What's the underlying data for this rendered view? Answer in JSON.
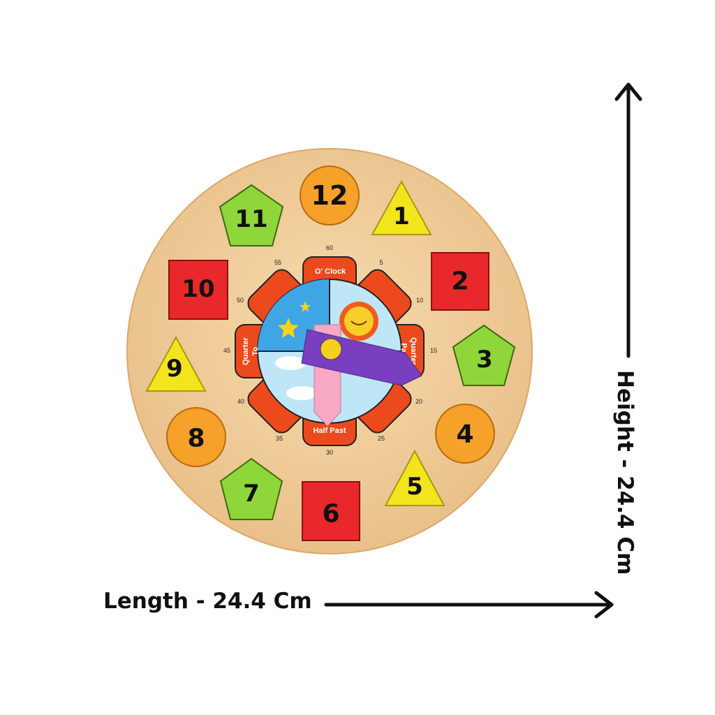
{
  "clock": {
    "numbers": [
      "12",
      "1",
      "2",
      "3",
      "4",
      "5",
      "6",
      "7",
      "8",
      "9",
      "10",
      "11"
    ],
    "minute_ticks": [
      "60",
      "5",
      "10",
      "15",
      "20",
      "25",
      "30",
      "35",
      "40",
      "45",
      "50",
      "55"
    ],
    "petal_labels": {
      "top": "O' Clock",
      "right_1": "Quarter",
      "right_2": "Past",
      "bottom": "Half Past",
      "left_1": "Quarter",
      "left_2": "To"
    },
    "colors": {
      "wood": "#f1cf9a",
      "red": "#e8282a",
      "orange": "#f5a12a",
      "yellow": "#f2e51e",
      "green": "#8fd63a",
      "petal": "#ec4a1c",
      "sky": "#3fa6e6",
      "hour_hand": "#7a3fc0",
      "minute_hand": "#f6a8c4"
    }
  },
  "dimensions": {
    "length": "Length - 24.4 Cm",
    "height": "Height - 24.4 Cm"
  }
}
